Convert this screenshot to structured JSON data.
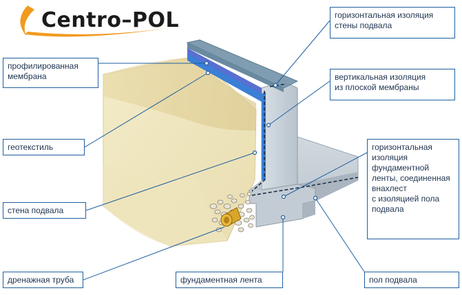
{
  "logo": {
    "text": "Centro–POL"
  },
  "labels": {
    "membrane": "профилированная\nмембрана",
    "geotextile": "геотекстиль",
    "wall": "стена подвала",
    "drain": "дренажная труба",
    "horizontal_wall": "горизонтальная изоляция\nстены подвала",
    "vertical": "вертикальная изоляция\nиз плоской мембраны",
    "horizontal_foundation": "горизонтальная\nизоляция\nфундаментной\nленты, соединенная\nвнахлест\nс изоляцией пола\nподвала",
    "foundation": "фундаментная лента",
    "floor": "пол подвала"
  },
  "colors": {
    "line": "#1f5fa0",
    "text": "#1f3350",
    "soil": "#f1e6bf",
    "concrete": "#c9d3dc",
    "membrane": "#3b7fd6",
    "geotextile": "#5a6fd0",
    "pipe": "#d9a629"
  }
}
